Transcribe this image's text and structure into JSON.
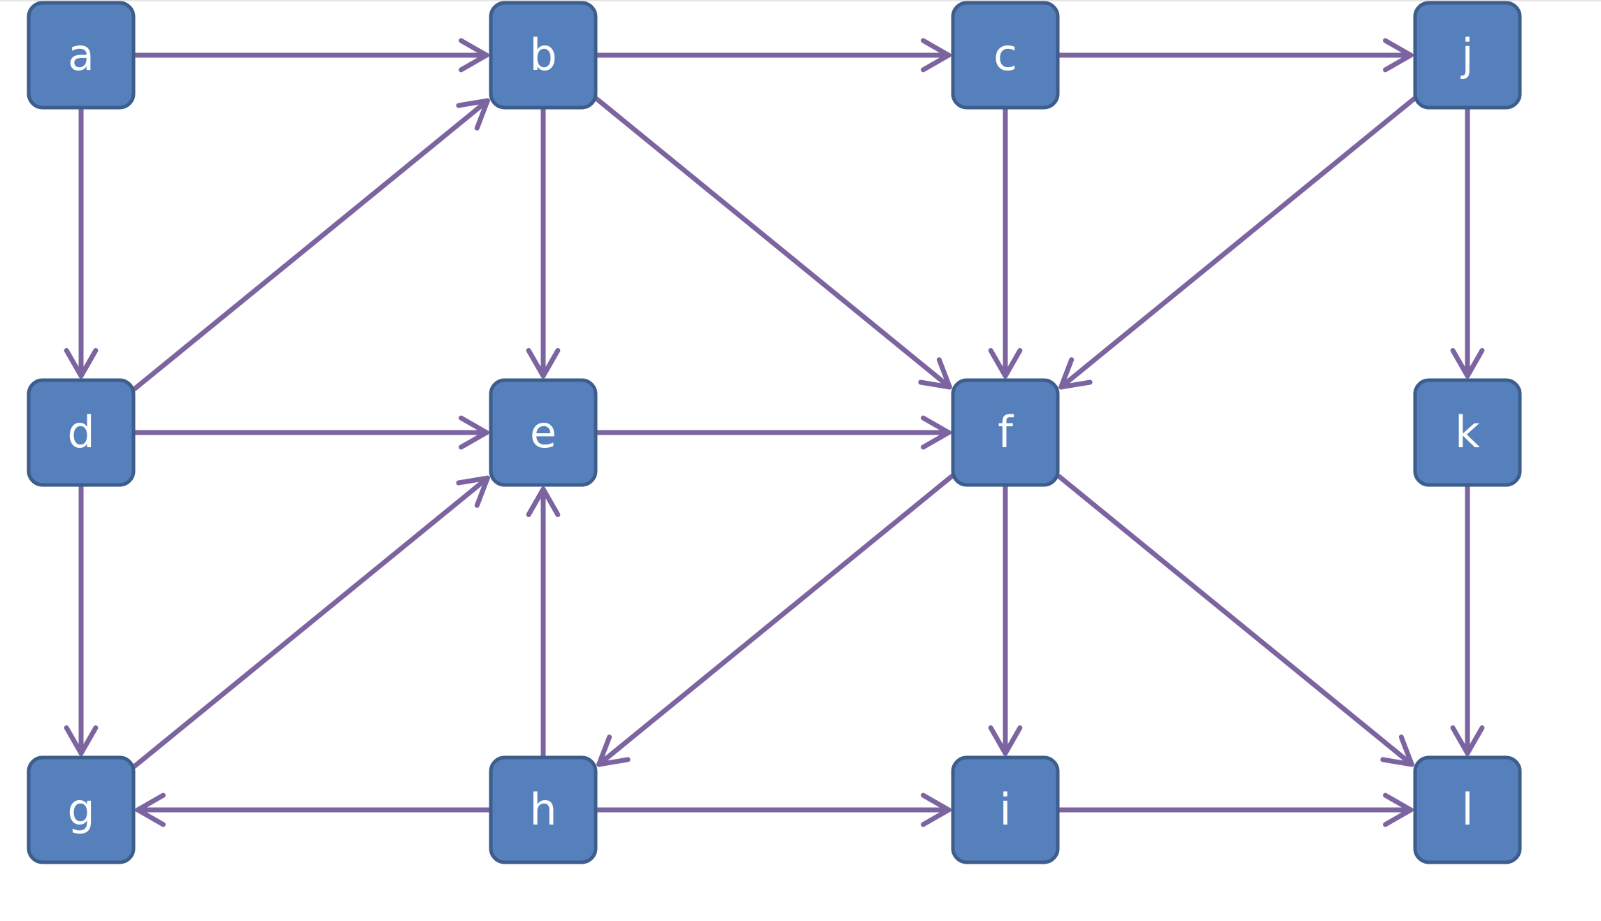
{
  "diagram": {
    "colors": {
      "node_fill": "#5580bb",
      "node_border": "#3d5d8c",
      "node_text": "#ffffff",
      "edge": "#7b64a0"
    },
    "nodes": [
      {
        "id": "a",
        "label": "a",
        "row": 0,
        "col": 0
      },
      {
        "id": "b",
        "label": "b",
        "row": 0,
        "col": 1
      },
      {
        "id": "c",
        "label": "c",
        "row": 0,
        "col": 2
      },
      {
        "id": "j",
        "label": "j",
        "row": 0,
        "col": 3
      },
      {
        "id": "d",
        "label": "d",
        "row": 1,
        "col": 0
      },
      {
        "id": "e",
        "label": "e",
        "row": 1,
        "col": 1
      },
      {
        "id": "f",
        "label": "f",
        "row": 1,
        "col": 2
      },
      {
        "id": "k",
        "label": "k",
        "row": 1,
        "col": 3
      },
      {
        "id": "g",
        "label": "g",
        "row": 2,
        "col": 0
      },
      {
        "id": "h",
        "label": "h",
        "row": 2,
        "col": 1
      },
      {
        "id": "i",
        "label": "i",
        "row": 2,
        "col": 2
      },
      {
        "id": "l",
        "label": "l",
        "row": 2,
        "col": 3
      }
    ],
    "edges": [
      {
        "from": "a",
        "to": "b"
      },
      {
        "from": "b",
        "to": "c"
      },
      {
        "from": "c",
        "to": "j"
      },
      {
        "from": "a",
        "to": "d"
      },
      {
        "from": "b",
        "to": "e"
      },
      {
        "from": "c",
        "to": "f"
      },
      {
        "from": "j",
        "to": "k"
      },
      {
        "from": "d",
        "to": "b"
      },
      {
        "from": "b",
        "to": "f"
      },
      {
        "from": "j",
        "to": "f"
      },
      {
        "from": "d",
        "to": "e"
      },
      {
        "from": "e",
        "to": "f"
      },
      {
        "from": "d",
        "to": "g"
      },
      {
        "from": "g",
        "to": "e"
      },
      {
        "from": "h",
        "to": "e"
      },
      {
        "from": "f",
        "to": "h"
      },
      {
        "from": "f",
        "to": "i"
      },
      {
        "from": "f",
        "to": "l"
      },
      {
        "from": "k",
        "to": "l"
      },
      {
        "from": "h",
        "to": "g"
      },
      {
        "from": "h",
        "to": "i"
      },
      {
        "from": "i",
        "to": "l"
      }
    ]
  }
}
